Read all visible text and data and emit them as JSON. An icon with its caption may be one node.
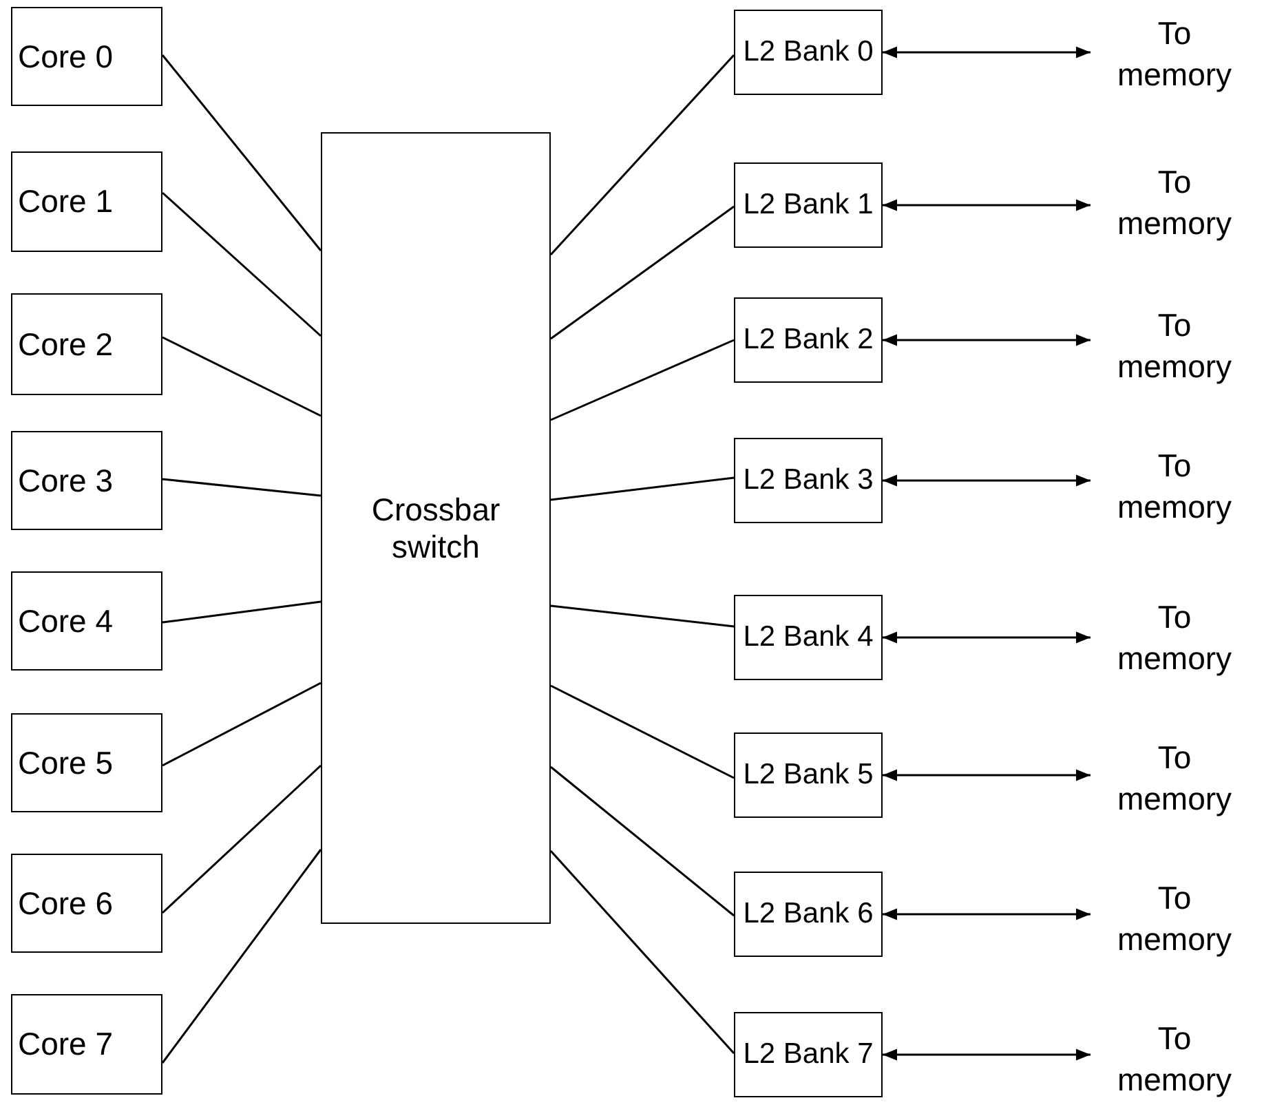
{
  "diagram": {
    "nodes": [
      {
        "text": [
          "Core 0"
        ]
      },
      {
        "text": [
          "Core 1"
        ]
      },
      {
        "text": [
          "Core 2"
        ]
      },
      {
        "text": [
          "Core 3"
        ]
      },
      {
        "text": [
          "Core 4"
        ]
      },
      {
        "text": [
          "Core 5"
        ]
      },
      {
        "text": [
          "Core 6"
        ]
      },
      {
        "text": [
          "Core 7"
        ]
      },
      {
        "text": [
          "Crossbar switch"
        ]
      },
      {
        "text": [
          "L2 Bank 0"
        ]
      },
      {
        "text": [
          "L2 Bank 1"
        ]
      },
      {
        "text": [
          "L2 Bank 2"
        ]
      },
      {
        "text": [
          "L2 Bank 3"
        ]
      },
      {
        "text": [
          "L2 Bank 4"
        ]
      },
      {
        "text": [
          "L2 Bank 5"
        ]
      },
      {
        "text": [
          "L2 Bank 6"
        ]
      },
      {
        "text": [
          "L2 Bank 7"
        ]
      },
      {
        "text": [
          "To memory"
        ]
      },
      {
        "text": [
          "To memory"
        ]
      },
      {
        "text": [
          "To memory"
        ]
      },
      {
        "text": [
          "To memory"
        ]
      },
      {
        "text": [
          "To memory"
        ]
      },
      {
        "text": [
          "To memory"
        ]
      },
      {
        "text": [
          "To memory"
        ]
      },
      {
        "text": [
          "To memory"
        ]
      }
    ],
    "edges": [
      {
        "from": 0,
        "to": 8,
        "arrow": "none"
      },
      {
        "from": 1,
        "to": 8,
        "arrow": "none"
      },
      {
        "from": 2,
        "to": 8,
        "arrow": "none"
      },
      {
        "from": 3,
        "to": 8,
        "arrow": "none"
      },
      {
        "from": 4,
        "to": 8,
        "arrow": "none"
      },
      {
        "from": 5,
        "to": 8,
        "arrow": "none"
      },
      {
        "from": 6,
        "to": 8,
        "arrow": "none"
      },
      {
        "from": 7,
        "to": 8,
        "arrow": "none"
      },
      {
        "from": 8,
        "to": 9,
        "arrow": "none"
      },
      {
        "from": 8,
        "to": 10,
        "arrow": "none"
      },
      {
        "from": 8,
        "to": 11,
        "arrow": "none"
      },
      {
        "from": 8,
        "to": 12,
        "arrow": "none"
      },
      {
        "from": 8,
        "to": 13,
        "arrow": "none"
      },
      {
        "from": 8,
        "to": 14,
        "arrow": "none"
      },
      {
        "from": 8,
        "to": 15,
        "arrow": "none"
      },
      {
        "from": 8,
        "to": 16,
        "arrow": "none"
      },
      {
        "from": 9,
        "to": 17,
        "arrow": "both"
      },
      {
        "from": 10,
        "to": 18,
        "arrow": "both"
      },
      {
        "from": 11,
        "to": 19,
        "arrow": "both"
      },
      {
        "from": 12,
        "to": 20,
        "arrow": "both"
      },
      {
        "from": 13,
        "to": 21,
        "arrow": "both"
      },
      {
        "from": 14,
        "to": 22,
        "arrow": "both"
      },
      {
        "from": 15,
        "to": 23,
        "arrow": "both"
      },
      {
        "from": 16,
        "to": 24,
        "arrow": "both"
      }
    ]
  }
}
